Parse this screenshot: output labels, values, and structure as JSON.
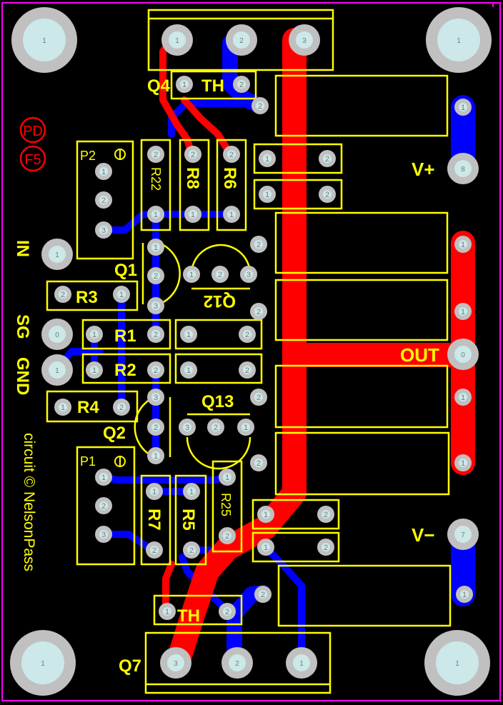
{
  "colors": {
    "background": "#000000",
    "outline": "#ff00ff",
    "silk": "#ffff00",
    "top_copper": "#ff0000",
    "bottom_copper": "#0000ff",
    "pad": "#c0c0c0",
    "hole": "#cce8e8",
    "pad_text": "#7a7a7a"
  },
  "mount": {
    "pad_number": "1"
  },
  "logo": {
    "line1": "PD",
    "line2": "F5"
  },
  "credit": "circuit © NelsonPass",
  "labels": {
    "in": "IN",
    "sg": "SG",
    "gnd": "GND",
    "vplus": "V+",
    "vminus": "V−",
    "out": "OUT"
  },
  "refs": {
    "q4": "Q4",
    "th_top": "TH",
    "p2": "P2",
    "r22": "R22",
    "r8": "R8",
    "r6": "R6",
    "q1": "Q1",
    "q12": "Q12",
    "r3": "R3",
    "r1": "R1",
    "r2": "R2",
    "r4": "R4",
    "q2": "Q2",
    "q13": "Q13",
    "p1": "P1",
    "r7": "R7",
    "r5": "R5",
    "r25": "R25",
    "th_bot": "TH",
    "q7": "Q7"
  },
  "pads": {
    "q4_1": "1",
    "q4_2": "2",
    "q4_3": "3",
    "tht_1": "1",
    "tht_2": "2",
    "res_top_2": "2",
    "res_top_1": "1",
    "vplus_pad": "8",
    "res_top_out1": "1",
    "p2_1": "1",
    "p2_2": "2",
    "p2_3": "3",
    "r22_2": "2",
    "r22_1": "1",
    "r8_2": "2",
    "r8_1": "1",
    "r6_2": "2",
    "r6_1": "1",
    "c1_1": "1",
    "c1_2": "2",
    "c2_1": "1",
    "c2_2": "2",
    "in_pad": "1",
    "res_a_2": "2",
    "res_a_1": "1",
    "q1_1": "1",
    "q1_2": "2",
    "q1_3": "3",
    "q12_1": "1",
    "q12_2": "2",
    "q12_3": "3",
    "r3_2": "2",
    "r3_1": "1",
    "res_b_2": "2",
    "res_b_1": "1",
    "sg_pad": "0",
    "r1_1": "1",
    "r1_2": "2",
    "c3_1": "1",
    "c3_2": "2",
    "out_pad": "0",
    "gnd_pad": "1",
    "r2_1": "1",
    "r2_2": "2",
    "c4_1": "1",
    "c4_2": "2",
    "res_c_2": "2",
    "res_c_1": "1",
    "r4_1": "1",
    "r4_2": "2",
    "q2_3": "3",
    "q2_2": "2",
    "q2_1": "1",
    "q13_3": "3",
    "q13_2": "2",
    "q13_1": "1",
    "res_d_2": "2",
    "res_d_1": "1",
    "p1_1": "1",
    "p1_2": "2",
    "p1_3": "3",
    "r7_1": "1",
    "r7_2": "2",
    "r5_1": "1",
    "r5_2": "2",
    "r25_1": "1",
    "r25_2": "2",
    "c5_1": "1",
    "c5_2": "2",
    "c6_1": "1",
    "c6_2": "2",
    "vminus_pad": "7",
    "res_e_2": "2",
    "res_e_1": "1",
    "thb_1": "1",
    "thb_2": "2",
    "q7_3": "3",
    "q7_2": "2",
    "q7_1": "1"
  }
}
